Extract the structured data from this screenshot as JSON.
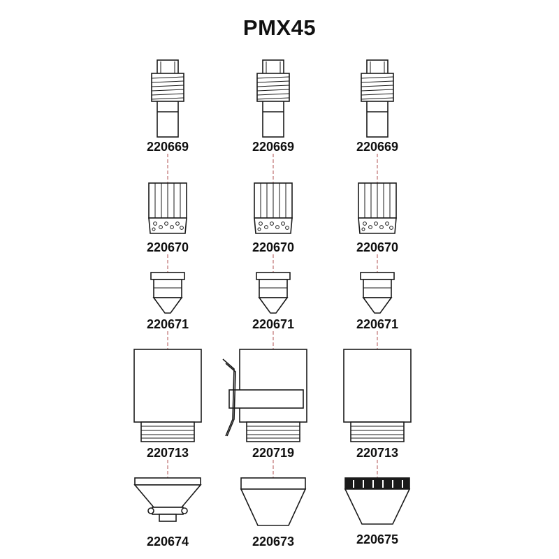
{
  "title": "PMX45",
  "columns": [
    {
      "electrode": "220669",
      "swirl_ring": "220670",
      "nozzle": "220671",
      "retaining_cap": "220713",
      "shield": "220674"
    },
    {
      "electrode": "220669",
      "swirl_ring": "220670",
      "nozzle": "220671",
      "retaining_cap": "220719",
      "shield": "220673"
    },
    {
      "electrode": "220669",
      "swirl_ring": "220670",
      "nozzle": "220671",
      "retaining_cap": "220713",
      "shield": "220675"
    }
  ],
  "colors": {
    "line": "#1a1a1a",
    "guide": "#b05050"
  }
}
